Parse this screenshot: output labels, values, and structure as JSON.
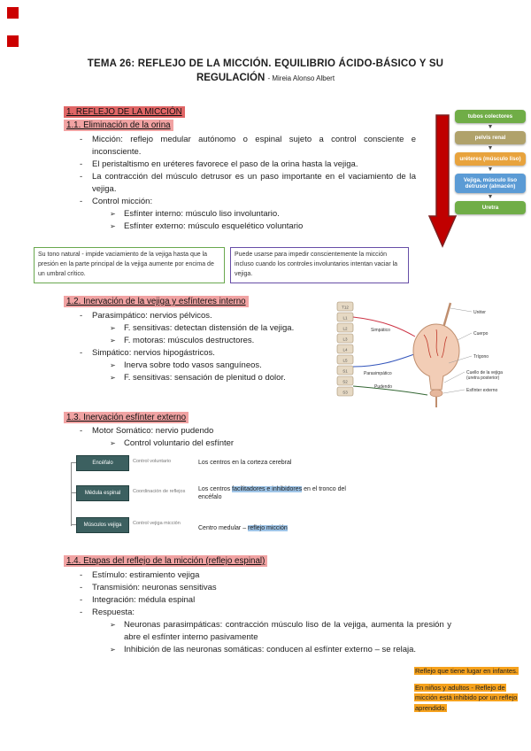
{
  "page": {
    "title_line1": "TEMA 26: REFLEJO DE LA MICCIÓN. EQUILIBRIO ÁCIDO-BÁSICO Y SU",
    "title_line2": "REGULACIÓN",
    "author": "- Mireia Alonso Albert"
  },
  "colors": {
    "corner_square": "#cc0000",
    "heading_major_bg": "#e06666",
    "heading_sub_bg": "#f1a3a3",
    "green_note_border": "#6aa84f",
    "purple_note_border": "#674ea7",
    "orange_highlight": "#f6a21d",
    "red_arrow": "#c00000"
  },
  "markers": {
    "dash": "-",
    "arrow": "➢",
    "down_arrow": "▼"
  },
  "s1": {
    "heading": "1. REFLEJO DE LA MICCIÓN"
  },
  "s11": {
    "heading": "1.1. Eliminación de la orina",
    "b1": "Micción: reflejo medular autónomo o espinal sujeto a control consciente e inconsciente.",
    "b2": "El peristaltismo en uréteres favorece el paso de la orina hasta la vejiga.",
    "b3": "La contracción del músculo detrusor es un paso importante en el vaciamiento de la vejiga.",
    "b4": "Control micción:",
    "b4_sub1": "Esfínter interno: músculo liso involuntario.",
    "b4_sub2": "Esfínter externo: músculo esquelético voluntario"
  },
  "notes": {
    "green": "Su tono natural - impide vaciamiento de la vejiga hasta que la presión en la parte principal de la vejiga aumente por encima de un umbral crítico.",
    "purple": "Puede usarse para impedir conscientemente la micción incluso cuando los controles involuntarios intentan vaciar la vejiga."
  },
  "flowchart": {
    "item1": {
      "label": "tubos colectores",
      "color": "#70ad47"
    },
    "item2": {
      "label": "pelvis renal",
      "color": "#b0a26b"
    },
    "item3": {
      "label": "uréteres (músculo liso)",
      "color": "#e8a33d"
    },
    "item4": {
      "label": "Vejiga, músculo liso detrusor (almacén)",
      "color": "#5b9bd5"
    },
    "item5": {
      "label": "Uretra",
      "color": "#70ad47"
    }
  },
  "s12": {
    "heading": "1.2. Inervación de la vejiga y esfínteres interno",
    "b1": "Parasimpático: nervios pélvicos.",
    "b1_sub1": "F. sensitivas: detectan distensión de la vejiga.",
    "b1_sub2": "F. motoras: músculos destructores.",
    "b2": "Simpático: nervios hipogástricos.",
    "b2_sub1": "Inerva sobre todo vasos sanguíneos.",
    "b2_sub2": "F. sensitivas: sensación de plenitud o dolor."
  },
  "innervation": {
    "spine": [
      "T12",
      "L1",
      "L2",
      "L3",
      "L4",
      "L5",
      "S1",
      "S2",
      "S3"
    ],
    "labels": {
      "simpatico": "Simpático",
      "parasimpatico": "Parasimpático",
      "pudendo": "Pudendo",
      "ureter": "Uréter",
      "cuerpo": "Cuerpo",
      "trigono": "Trígono",
      "cuello1": "Cuello de la vejiga",
      "cuello2": "(uretra posterior)",
      "esfinter": "Esfínter externo"
    }
  },
  "s13": {
    "heading": "1.3. Inervación esfínter externo",
    "b1": "Motor Somático: nervio pudendo",
    "b1_sub1": "Control voluntario del esfínter"
  },
  "centers": {
    "box1": "Encéfalo",
    "box2": "Médula espinal",
    "box3": "Músculos vejiga",
    "side1": "Control voluntario",
    "side2": "Coordinación de reflejos",
    "side3": "Control vejiga micción",
    "line1": "Los centros en la corteza cerebral",
    "line2_pre": "Los centros ",
    "line2_hl": "facilitadores e inhibidores",
    "line2_post": " en el tronco del encéfalo",
    "line3_pre": "Centro medular – ",
    "line3_hl": "reflejo micción"
  },
  "s14": {
    "heading": "1.4. Etapas del reflejo de la micción (reflejo espinal)",
    "b1": "Estímulo: estiramiento vejiga",
    "b2": "Transmisión: neuronas sensitivas",
    "b3": "Integración: médula espinal",
    "b4": "Respuesta:",
    "b4_sub1": "Neuronas parasimpáticas: contracción músculo liso de la vejiga, aumenta la presión y abre el esfínter interno pasivamente",
    "b4_sub2": "Inhibición de las neuronas somáticas: conducen al esfínter externo – se relaja."
  },
  "orange_note": {
    "p1": "Reflejo que tiene lugar en infantes.",
    "p2": "En niños y adultos - Reflejo de micción está inhibido por un reflejo aprendido."
  }
}
